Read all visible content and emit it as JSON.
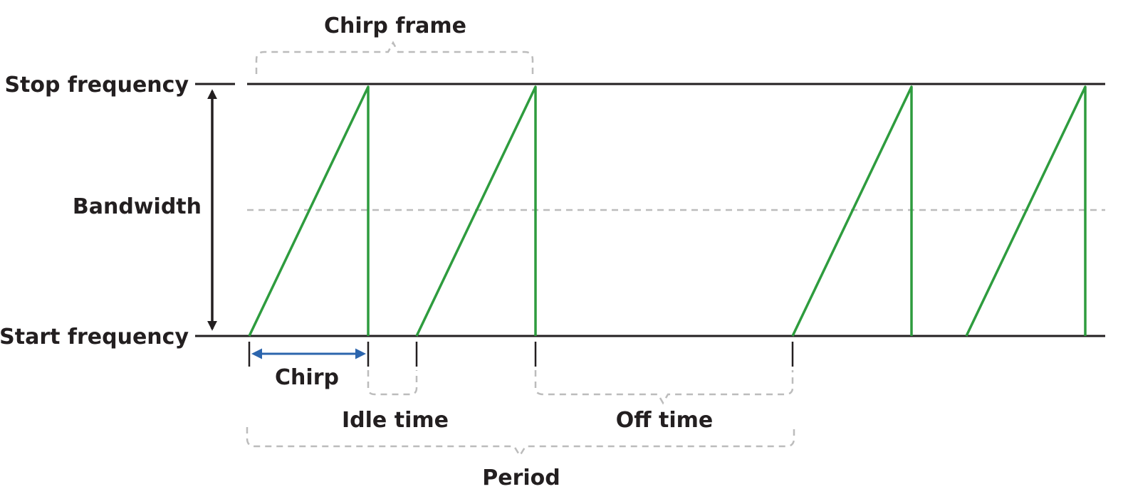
{
  "labels": {
    "stop_frequency": "Stop frequency",
    "start_frequency": "Start frequency",
    "bandwidth": "Bandwidth",
    "chirp_frame": "Chirp frame",
    "chirp": "Chirp",
    "idle_time": "Idle time",
    "off_time": "Off time",
    "period": "Period"
  },
  "colors": {
    "chirp_line": "#2e9c3e",
    "axis_line": "#231f20",
    "dashed_guide": "#bcbcbc",
    "chirp_arrow": "#2c65ad"
  }
}
